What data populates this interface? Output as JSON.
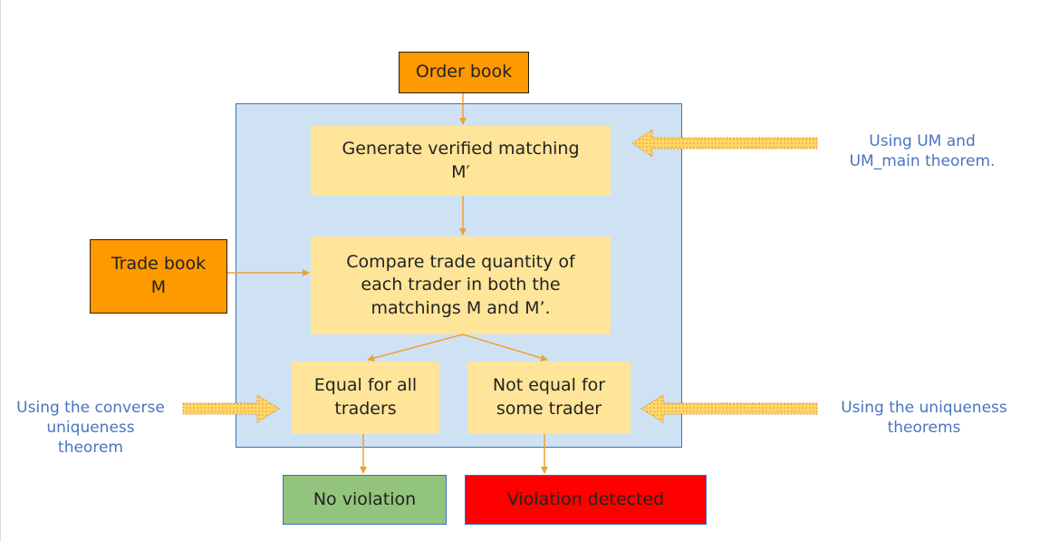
{
  "nodes": {
    "order_book": "Order book",
    "trade_book": {
      "line1": "Trade book",
      "line2": "M"
    },
    "generate": {
      "line1": "Generate verified matching",
      "line2": "M′"
    },
    "compare": {
      "line1": "Compare trade quantity of",
      "line2": "each trader in both the",
      "line3": "matchings M and M’."
    },
    "equal": {
      "line1": "Equal for all",
      "line2": "traders"
    },
    "not_equal": {
      "line1": "Not equal for",
      "line2": "some trader"
    },
    "no_violation": "No violation",
    "violation": "Violation detected"
  },
  "annotations": {
    "um": {
      "line1": "Using UM and",
      "line2": "UM_main theorem."
    },
    "converse": {
      "line1": "Using the converse",
      "line2": "uniqueness",
      "line3": "theorem"
    },
    "uniqueness": {
      "line1": "Using the uniqueness",
      "line2": "theorems"
    }
  },
  "colors": {
    "outer_fill": "#cfe2f3",
    "outer_border": "#3d6fb6",
    "input_box": "#ff9900",
    "step_box": "#ffe599",
    "no_violation": "#93c47d",
    "violation": "#ff0000",
    "arrow": "#f0a030",
    "annotation_text": "#4a74c0"
  }
}
